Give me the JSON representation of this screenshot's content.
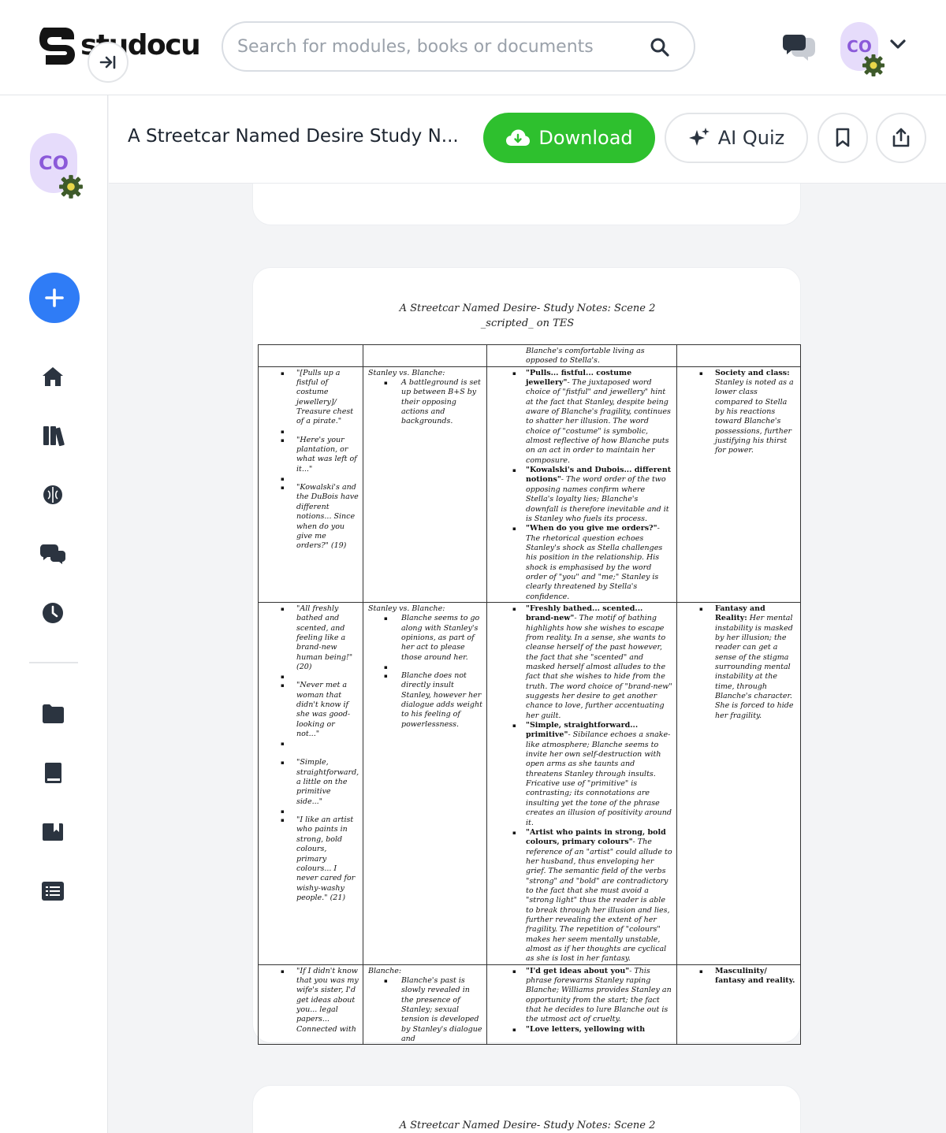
{
  "brand": {
    "name": "studocu"
  },
  "search": {
    "placeholder": "Search for modules, books or documents"
  },
  "user": {
    "initials": "CO"
  },
  "doc": {
    "title": "A Streetcar Named Desire Study N...",
    "download_label": "Download",
    "quiz_label": "AI Quiz"
  },
  "page": {
    "heading_line1": "A Streetcar Named Desire- Study Notes: Scene 2",
    "heading_line2": "_scripted_ on TES",
    "next_heading": "A Streetcar Named Desire- Study Notes: Scene 2",
    "table": {
      "row0": {
        "c3": "Blanche's comfortable living as opposed to Stella's."
      },
      "row1": {
        "c1": [
          "\"[Pulls up a fistful of costume jewellery]/ Treasure chest of a pirate.\"",
          "\"Here's your plantation, or what was left of it...\"",
          "\"Kowalski's and the DuBois have different notions... Since when do you give me orders?\" (19)"
        ],
        "c2_head": "Stanley vs. Blanche:",
        "c2": [
          "A battleground is set up between B+S by their opposing actions and backgrounds."
        ],
        "c3": [
          {
            "bold": "\"Pulls... fistful... costume jewellery\"",
            "text": "- The juxtaposed word choice of \"fistful\" and jewellery\" hint at the fact that Stanley, despite being aware of Blanche's fragility, continues to shatter her illusion. The word choice of \"costume\" is symbolic, almost reflective of how Blanche puts on an act in order to maintain her composure."
          },
          {
            "bold": "\"Kowalski's and Dubois... different notions\"",
            "text": "- The word order of the two opposing names confirm where Stella's loyalty lies; Blanche's downfall is therefore inevitable and it is Stanley who fuels its process."
          },
          {
            "bold": "\"When do you give me orders?\"",
            "text": "- The rhetorical question echoes Stanley's shock as Stella challenges his position in the relationship. His shock is emphasised by the word order of \"you\" and \"me;\" Stanley is clearly threatened by Stella's confidence."
          }
        ],
        "c4": [
          {
            "bold": "Society and class:",
            "text": " Stanley is noted as a lower class compared to Stella by his reactions toward Blanche's possessions, further justifying his thirst for power."
          }
        ]
      },
      "row2": {
        "c1": [
          "\"All freshly bathed and scented, and feeling like a brand-new human being!\" (20)",
          "\"Never met a woman that didn't know if she was good-looking or not...\"",
          "\"Simple, straightforward, a little on the primitive side...\"",
          "\"I like an artist who paints in strong, bold colours, primary colours... I never cared for wishy-washy people.\" (21)"
        ],
        "c2_head": "Stanley vs. Blanche:",
        "c2": [
          "Blanche seems to go along with Stanley's opinions, as part of her act to please those around her.",
          "Blanche does not directly insult Stanley, however her dialogue adds weight to his feeling of powerlessness."
        ],
        "c3": [
          {
            "bold": "\"Freshly bathed... scented... brand-new\"",
            "text": "- The motif of bathing highlights how she wishes to escape from reality. In a sense, she wants to cleanse herself of the past however, the fact that she \"scented\" and masked herself almost alludes to the fact that she wishes to hide from the truth. The word choice of \"brand-new\" suggests her desire to get another chance to love, further accentuating her guilt."
          },
          {
            "bold": "\"Simple, straightforward... primitive\"",
            "text": "- Sibilance echoes a snake-like atmosphere; Blanche seems to invite her own self-destruction with open arms as she taunts and threatens Stanley through insults. Fricative use of \"primitive\" is contrasting; its connotations are insulting yet the tone of the phrase creates an illusion of positivity around it."
          },
          {
            "bold": "\"Artist who paints in strong, bold colours, primary colours\"",
            "text": "- The reference of an \"artist\" could allude to her husband, thus enveloping her grief. The semantic field of the verbs \"strong\" and \"bold\" are contradictory to the fact that she must avoid a \"strong light\" thus the reader is able to break through her illusion and lies, further revealing the extent of her fragility. The repetition of \"colours\" makes her seem mentally unstable, almost as if her thoughts are cyclical as she is lost in her fantasy."
          }
        ],
        "c4": [
          {
            "bold": "Fantasy and Reality:",
            "text": " Her mental instability is masked by her illusion; the reader can get a sense of the stigma surrounding mental instability at the time, through Blanche's character. She is forced to hide her fragility."
          }
        ]
      },
      "row3": {
        "c1": [
          "\"If I didn't know that you was my wife's sister, I'd get ideas about you... legal papers... Connected with"
        ],
        "c2_head": "Blanche:",
        "c2": [
          "Blanche's past is slowly revealed in the presence of Stanley; sexual tension is developed by Stanley's dialogue and"
        ],
        "c3": [
          {
            "bold": "\"I'd get ideas about you\"",
            "text": "- This phrase forewarns Stanley raping Blanche; Williams provides Stanley an opportunity from the start; the fact that he decides to lure Blanche out is the utmost act of cruelty."
          },
          {
            "bold": "\"Love letters, yellowing with",
            "text": ""
          }
        ],
        "c4": [
          {
            "bold": "Masculinity/ fantasy and reality.",
            "text": ""
          }
        ]
      }
    }
  },
  "colors": {
    "accent_green": "#2ec02e",
    "accent_blue": "#2f7cf6",
    "avatar_bg": "#e6dcfb",
    "avatar_text": "#8b5ad9"
  },
  "icons": [
    "studocu-logo-icon",
    "search-icon",
    "chat-icon",
    "gear-icon",
    "chevron-down-icon",
    "collapse-sidebar-icon",
    "plus-icon",
    "home-icon",
    "library-icon",
    "ai-brain-icon",
    "messages-icon",
    "recent-clock-icon",
    "folder-icon",
    "book-icon",
    "bookmarked-icon",
    "list-icon",
    "cloud-download-icon",
    "sparkles-icon",
    "bookmark-icon",
    "share-icon"
  ]
}
